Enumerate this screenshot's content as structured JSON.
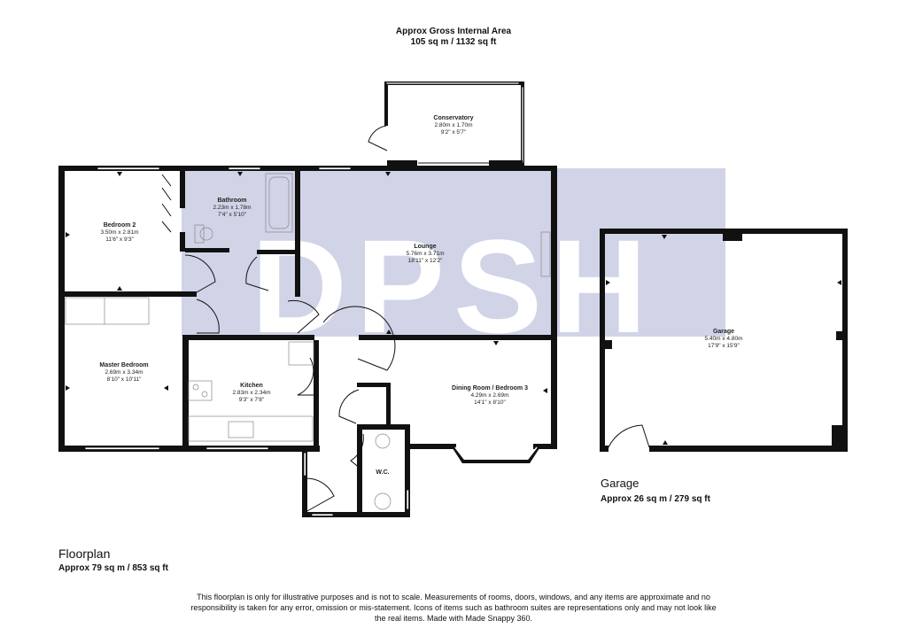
{
  "header": {
    "title": "Approx Gross Internal Area",
    "area": "105 sq m / 1132 sq ft"
  },
  "watermark": {
    "text": "DPSH",
    "color": "#c9cbe3"
  },
  "rooms": {
    "conservatory": {
      "name": "Conservatory",
      "metric": "2.80m x 1.70m",
      "imperial": "9'2\" x 5'7\""
    },
    "bathroom": {
      "name": "Bathroom",
      "metric": "2.23m x 1.78m",
      "imperial": "7'4\" x 5'10\""
    },
    "bedroom2": {
      "name": "Bedroom 2",
      "metric": "3.50m x 2.81m",
      "imperial": "11'6\" x 9'3\""
    },
    "lounge": {
      "name": "Lounge",
      "metric": "5.76m x 3.71m",
      "imperial": "18'11\" x 12'2\""
    },
    "master": {
      "name": "Master Bedroom",
      "metric": "2.69m x 3.34m",
      "imperial": "8'10\" x 10'11\""
    },
    "kitchen": {
      "name": "Kitchen",
      "metric": "2.83m x 2.34m",
      "imperial": "9'3\" x 7'8\""
    },
    "dining": {
      "name": "Dining Room / Bedroom 3",
      "metric": "4.29m x 2.69m",
      "imperial": "14'1\" x 8'10\""
    },
    "wc": {
      "name": "W.C."
    },
    "garage": {
      "name": "Garage",
      "metric": "5.40m x 4.80m",
      "imperial": "17'9\" x 15'9\""
    }
  },
  "sections": {
    "floorplan": {
      "title": "Floorplan",
      "area": "Approx 79 sq m / 853 sq ft"
    },
    "garage": {
      "title": "Garage",
      "area": "Approx 26 sq m / 279 sq ft"
    }
  },
  "footer": {
    "disclaimer": "This floorplan is only for illustrative purposes and is not to scale. Measurements of rooms, doors, windows, and any items are approximate and no responsibility is taken for any error, omission or mis-statement. Icons of items such as bathroom suites are representations only and may not look like the real items. Made with Made Snappy 360."
  },
  "colors": {
    "wall": "#111111",
    "watermark": "#c9cbe3",
    "text": "#222222"
  }
}
